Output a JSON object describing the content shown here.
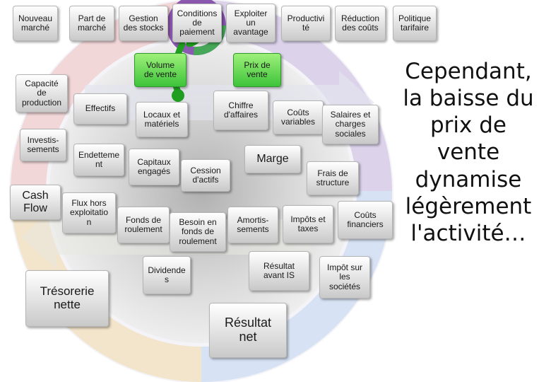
{
  "top_row": {
    "nouveau_marche": "Nouveau\nmarché",
    "part_de_marche": "Part de\nmarché",
    "gestion_stocks": "Gestion\ndes stocks",
    "conditions_paiement": "Conditions\nde\npaiement",
    "exploiter_avantage": "Exploiter\nun\navantage",
    "productivite": "Productivi\nté",
    "reduction_couts": "Réduction\ndes coûts",
    "politique_tarifaire": "Politique\ntarifaire"
  },
  "green": {
    "volume_vente": "Volume\nde vente",
    "prix_vente": "Prix de\nvente"
  },
  "left": {
    "capacite_production": "Capacité\nde\nproduction",
    "investissements": "Investis-\nsements",
    "cash_flow": "Cash\nFlow",
    "tresorerie_nette": "Trésorerie\nnette"
  },
  "middle": {
    "effectifs": "Effectifs",
    "endettement": "Endetteme\nnt",
    "flux_hors_exploitation": "Flux hors\nexploitatio\nn",
    "locaux_materiels": "Locaux et\nmatériels",
    "capitaux_engages": "Capitaux\nengagés",
    "fonds_roulement": "Fonds de\nroulement",
    "cession_actifs": "Cession\nd'actifs",
    "besoin_fonds_roulement": "Besoin en\nfonds de\nroulement",
    "dividendes": "Dividende\ns"
  },
  "right": {
    "chiffre_affaires": "Chiffre\nd'affaires",
    "couts_variables": "Coûts\nvariables",
    "salaires_charges": "Salaires et\ncharges\nsociales",
    "marge": "Marge",
    "frais_structure": "Frais de\nstructure",
    "amortissements": "Amortis-\nsements",
    "impots_taxes": "Impôts et\ntaxes",
    "couts_financiers": "Coûts\nfinanciers",
    "resultat_avant_is": "Résultat\navant IS",
    "impot_societes": "Impôt sur\nles\nsociétés",
    "resultat_net": "Résultat\nnet"
  },
  "side_text": "Cependant, la baisse du prix de vente dynamise légèrement l'activité…",
  "colors": {
    "green_box": "#3ec43a",
    "arrow_green": "#1f9e1f",
    "disc_inner": "#6a6a6a",
    "ring_quadrants": [
      "#9a5fb8",
      "#2e6fc9",
      "#2fa84a",
      "#e6a51b",
      "#d33b3b"
    ]
  }
}
